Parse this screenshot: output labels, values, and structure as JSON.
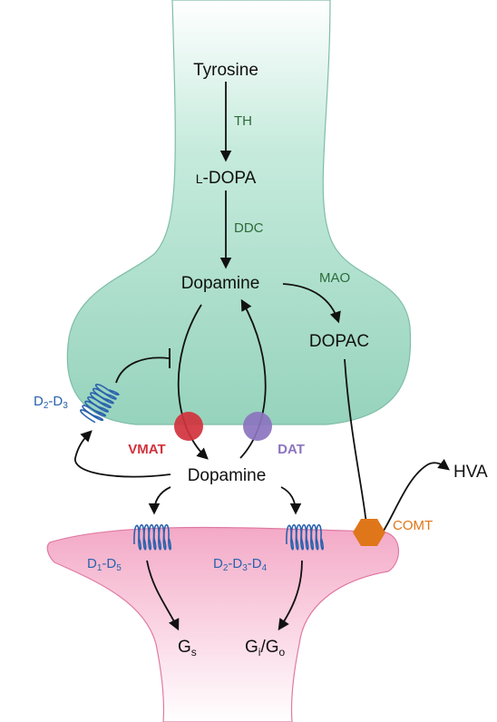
{
  "compounds": {
    "tyrosine": "Tyrosine",
    "ldopa_prefix": "L",
    "ldopa_main": "-DOPA",
    "dopamine_pre": "Dopamine",
    "dopac": "DOPAC",
    "dopamine_cleft": "Dopamine",
    "hva": "HVA",
    "gs_base": "G",
    "gs_sub": "s",
    "gio_base1": "G",
    "gio_sub1": "i",
    "gio_sep": "/G",
    "gio_sub2": "o"
  },
  "enzymes": {
    "th": "TH",
    "ddc": "DDC",
    "mao": "MAO",
    "comt": "COMT"
  },
  "transporters": {
    "vmat": "VMAT",
    "dat": "DAT"
  },
  "receptors": {
    "autoreceptor": {
      "parts": [
        "D",
        "2",
        "-D",
        "3"
      ]
    },
    "post_d1": {
      "parts": [
        "D",
        "1",
        "-D",
        "5"
      ]
    },
    "post_d2": {
      "parts": [
        "D",
        "2",
        "-D",
        "3",
        "-D",
        "4"
      ]
    }
  },
  "colors": {
    "presynaptic_fill": "#a9dccb",
    "postsynaptic_fill": "#f6bdd3",
    "enzyme_text": "#2d6b3a",
    "receptor": "#2a62ad",
    "vmat": "#d1323c",
    "dat": "#8b74bf",
    "comt": "#e0761a"
  }
}
